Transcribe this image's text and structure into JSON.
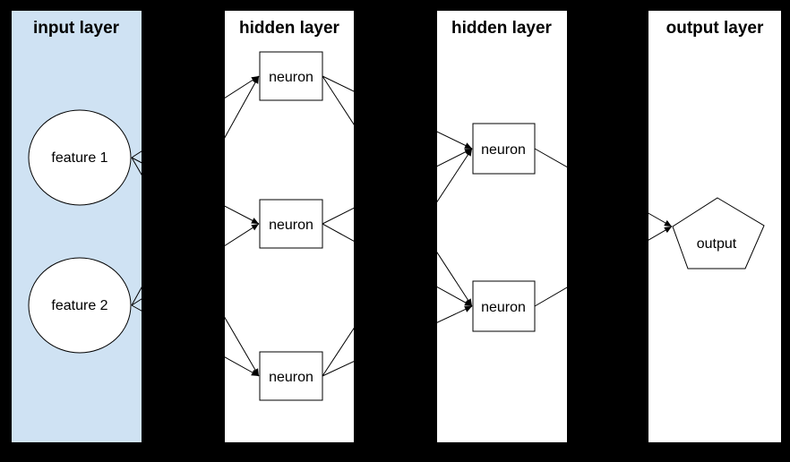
{
  "app": {
    "background_color": "#000000",
    "line_color": "#000000",
    "node_fill_color": "#ffffff",
    "input_panel_color": "#cfe2f3",
    "panel_color": "#ffffff"
  },
  "diagram": {
    "type": "neural-network",
    "panels": [
      {
        "id": "input",
        "title": "input layer",
        "fill": "#cfe2f3"
      },
      {
        "id": "hidden1",
        "title": "hidden layer",
        "fill": "#ffffff"
      },
      {
        "id": "hidden2",
        "title": "hidden layer",
        "fill": "#ffffff"
      },
      {
        "id": "output",
        "title": "output layer",
        "fill": "#ffffff"
      }
    ],
    "nodes": [
      {
        "id": "f1",
        "label": "feature 1",
        "shape": "circle",
        "layer": "input"
      },
      {
        "id": "f2",
        "label": "feature 2",
        "shape": "circle",
        "layer": "input"
      },
      {
        "id": "h1n1",
        "label": "neuron",
        "shape": "rectangle",
        "layer": "hidden1"
      },
      {
        "id": "h1n2",
        "label": "neuron",
        "shape": "rectangle",
        "layer": "hidden1"
      },
      {
        "id": "h1n3",
        "label": "neuron",
        "shape": "rectangle",
        "layer": "hidden1"
      },
      {
        "id": "h2n1",
        "label": "neuron",
        "shape": "rectangle",
        "layer": "hidden2"
      },
      {
        "id": "h2n2",
        "label": "neuron",
        "shape": "rectangle",
        "layer": "hidden2"
      },
      {
        "id": "out",
        "label": "output",
        "shape": "pentagon",
        "layer": "output"
      }
    ],
    "edges": [
      {
        "from": "f1",
        "to": "h1n1"
      },
      {
        "from": "f1",
        "to": "h1n2"
      },
      {
        "from": "f1",
        "to": "h1n3"
      },
      {
        "from": "f2",
        "to": "h1n1"
      },
      {
        "from": "f2",
        "to": "h1n2"
      },
      {
        "from": "f2",
        "to": "h1n3"
      },
      {
        "from": "h1n1",
        "to": "h2n1"
      },
      {
        "from": "h1n1",
        "to": "h2n2"
      },
      {
        "from": "h1n2",
        "to": "h2n1"
      },
      {
        "from": "h1n2",
        "to": "h2n2"
      },
      {
        "from": "h1n3",
        "to": "h2n1"
      },
      {
        "from": "h1n3",
        "to": "h2n2"
      },
      {
        "from": "h2n1",
        "to": "out"
      },
      {
        "from": "h2n2",
        "to": "out"
      }
    ]
  }
}
